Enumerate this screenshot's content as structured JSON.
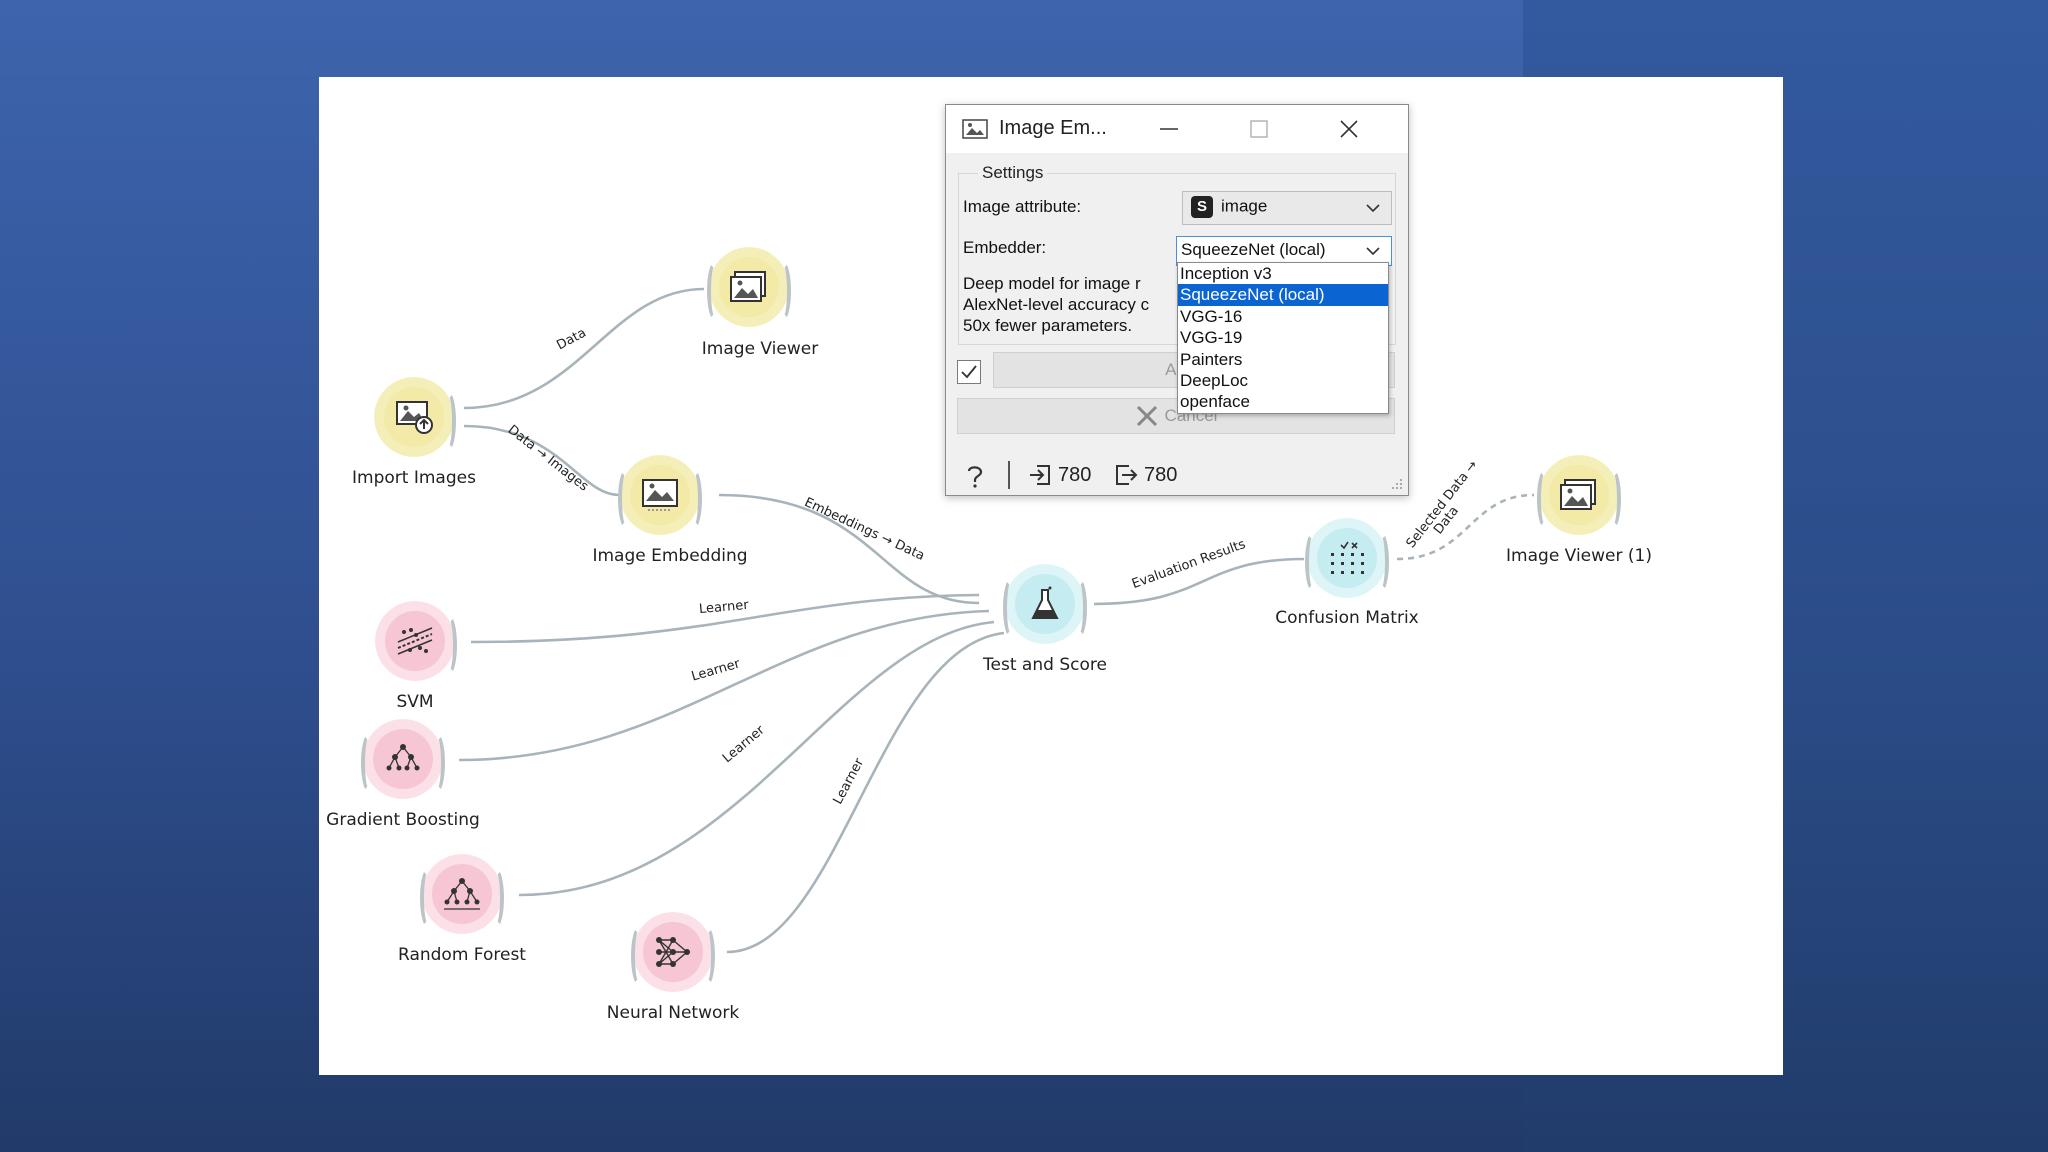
{
  "canvas": {
    "nodes": {
      "import_images": "Import Images",
      "image_viewer": "Image Viewer",
      "image_embedding": "Image Embedding",
      "svm": "SVM",
      "gradient_boosting": "Gradient Boosting",
      "random_forest": "Random Forest",
      "neural_network": "Neural Network",
      "test_and_score": "Test and Score",
      "confusion_matrix": "Confusion Matrix",
      "image_viewer_1": "Image Viewer (1)"
    },
    "links": {
      "data": "Data",
      "data_images": "Data → Images",
      "embeddings_data": "Embeddings → Data",
      "learner_svm": "Learner",
      "learner_gb": "Learner",
      "learner_rf": "Learner",
      "learner_nn": "Learner",
      "evaluation_results": "Evaluation Results",
      "selected_data": "Selected Data →",
      "selected_data_2": "Data"
    }
  },
  "dialog": {
    "title": "Image Em...",
    "settings_label": "Settings",
    "image_attribute_label": "Image attribute:",
    "image_attribute_badge": "S",
    "image_attribute_value": "image",
    "embedder_label": "Embedder:",
    "embedder_value": "SqueezeNet (local)",
    "description_lines": [
      "Deep model for image r",
      "AlexNet-level accuracy c",
      "50x fewer parameters."
    ],
    "apply_label": "Apply A",
    "cancel_label": "Cancel",
    "input_count": "780",
    "output_count": "780"
  },
  "dropdown": {
    "options": [
      "Inception v3",
      "SqueezeNet (local)",
      "VGG-16",
      "VGG-19",
      "Painters",
      "DeepLoc",
      "openface"
    ],
    "selected_index": 1
  },
  "colors": {
    "data_node": "#f2eaa6",
    "model_node": "#f6c6d4",
    "eval_node": "#c5ecf0",
    "selection": "#0a64d2"
  }
}
